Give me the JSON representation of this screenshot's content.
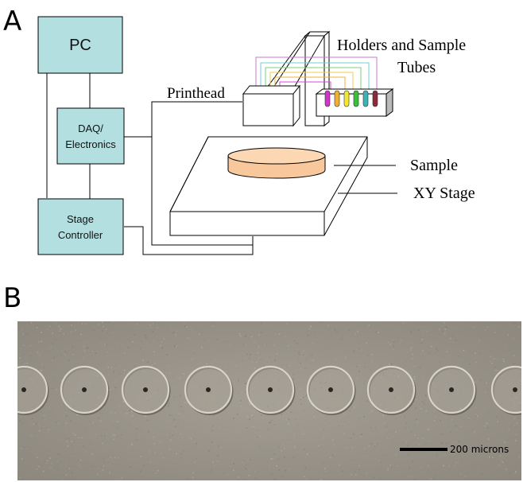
{
  "panels": {
    "a": "A",
    "b": "B"
  },
  "diagram": {
    "pc": "PC",
    "daq_line1": "DAQ/",
    "daq_line2": "Electronics",
    "stage_line1": "Stage",
    "stage_line2": "Controller",
    "printhead": "Printhead",
    "holders_line1": "Holders and Sample",
    "holders_line2": "Tubes",
    "sample": "Sample",
    "xy_stage": "XY Stage"
  },
  "micrograph": {
    "scale_label": "200 microns"
  },
  "colors": {
    "box_fill": "#b4dfe0",
    "sample_fill": "#f8c89c",
    "tube_colors": [
      "#d233c8",
      "#f0b030",
      "#f0e832",
      "#37c237",
      "#3cb4b4",
      "#8c2a3c"
    ],
    "micrograph_bg": "#9b968c"
  }
}
